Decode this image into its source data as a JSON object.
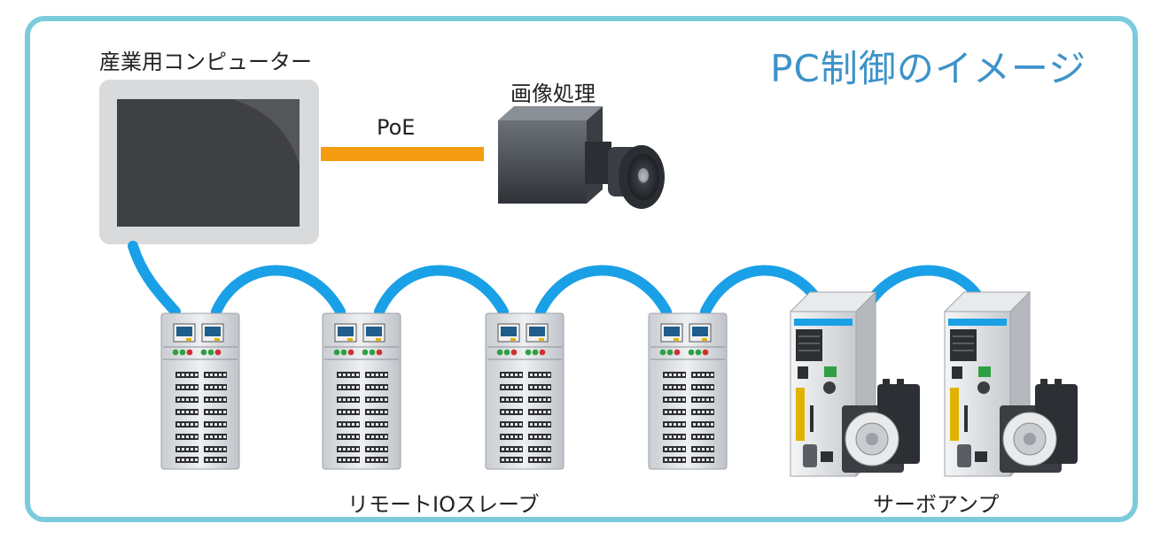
{
  "title": "PC制御のイメージ",
  "labels": {
    "industrial_pc": "産業用コンピューター",
    "image_processing": "画像処理",
    "poe": "PoE",
    "remote_io": "リモートIOスレーブ",
    "servo_amp": "サーボアンプ"
  },
  "colors": {
    "frame_border": "#7ccbdc",
    "title": "#3d93c9",
    "ethercat_cable": "#1aa0e6",
    "poe_cable": "#f39c12",
    "led_green": "#2ea043",
    "led_red": "#d0302b",
    "port_screen": "#1f5d8c"
  },
  "devices": {
    "remote_io_count": 4,
    "servo_count": 2
  }
}
